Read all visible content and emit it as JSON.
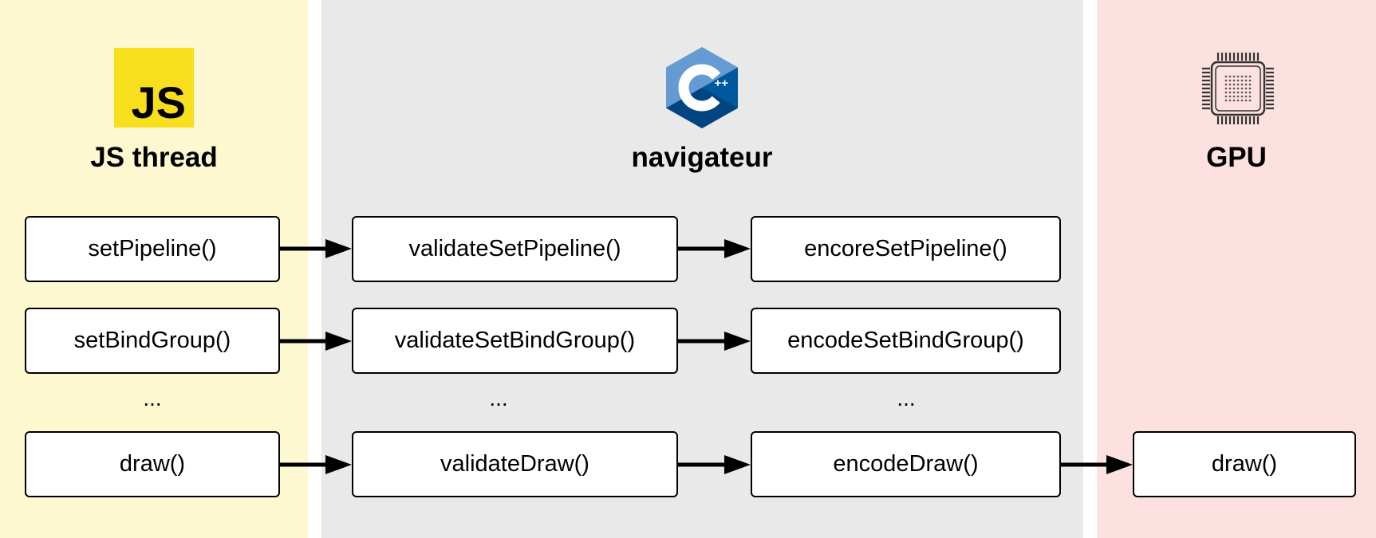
{
  "colors": {
    "js_lane": "#fdf8cf",
    "browser_lane": "#e9e9e9",
    "gpu_lane": "#fde0e0",
    "js_logo_bg": "#f7df1e",
    "cpp_logo_light": "#659ad2",
    "cpp_logo_dark": "#00599c",
    "cpp_logo_mid": "#004482"
  },
  "lanes": {
    "js": {
      "title": "JS thread",
      "logo": "javascript-logo",
      "logo_text": "JS"
    },
    "browser": {
      "title": "navigateur",
      "logo": "cpp-logo",
      "logo_text": "++"
    },
    "gpu": {
      "title": "GPU",
      "logo": "gpu-chip-icon"
    }
  },
  "rows": [
    {
      "js": "setPipeline()",
      "validate": "validateSetPipeline()",
      "encode": "encoreSetPipeline()"
    },
    {
      "js": "setBindGroup()",
      "validate": "validateSetBindGroup()",
      "encode": "encodeSetBindGroup()"
    },
    {
      "ellipsis": "..."
    },
    {
      "js": "draw()",
      "validate": "validateDraw()",
      "encode": "encodeDraw()",
      "gpu": "draw()"
    }
  ]
}
